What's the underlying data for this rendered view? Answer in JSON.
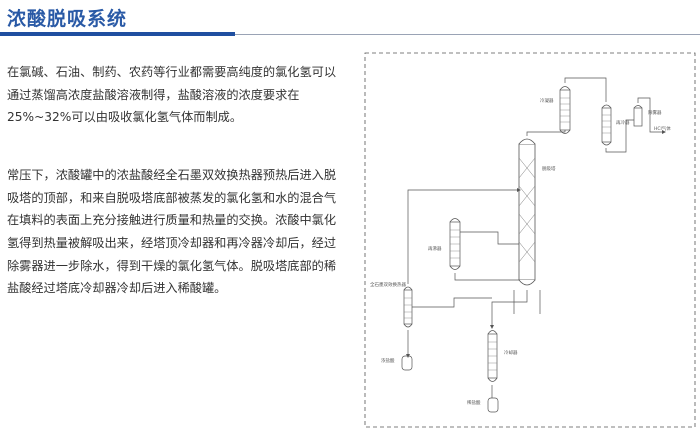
{
  "heading": {
    "title": "浓酸脱吸系统"
  },
  "paragraphs": [
    "在氯碱、石油、制药、农药等行业都需要高纯度的氯化氢可以通过蒸馏高浓度盐酸溶液制得，盐酸溶液的浓度要求在25%~32%可以由吸收氯化氢气体而制成。",
    "常压下，浓酸罐中的浓盐酸经全石墨双效换热器预热后进入脱吸塔的顶部，和来自脱吸塔底部被蒸发的氯化氢和水的混合气在填料的表面上充分接触进行质量和热量的交换。浓酸中氯化氢得到热量被解吸出来，经塔顶冷却器和再冷器冷却后，经过除雾器进一步除水，得到干燥的氯化氢气体。脱吸塔底部的稀盐酸经过塔底冷却器冷却后进入稀酸罐。"
  ],
  "diagram": {
    "labels": {
      "top_cooler": "冷凝器",
      "recooler": "再冷器",
      "demister": "除雾器",
      "hcl_gas": "HCl气体",
      "stripper": "脱吸塔",
      "reboiler": "再沸器",
      "heat_exchanger": "全石墨双效换热器",
      "conc_acid_tank": "浓盐酸",
      "bottom_cooler": "冷却器",
      "dilute_acid_tank": "稀盐酸"
    }
  }
}
